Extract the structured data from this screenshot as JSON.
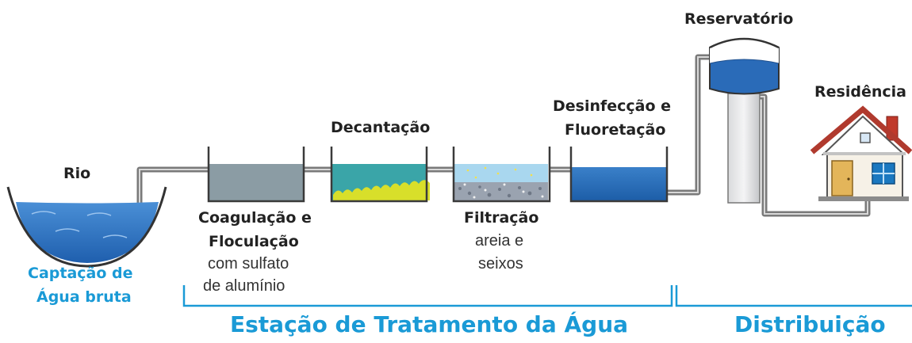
{
  "stages": {
    "rio": "Rio",
    "coagulacao": [
      "Coagulação e",
      "Floculação"
    ],
    "coagulacao_detail": [
      "com sulfato",
      "de alumínio"
    ],
    "decantacao": "Decantação",
    "filtracao": "Filtração",
    "filtracao_detail": [
      "areia e",
      "seixos"
    ],
    "desinfeccao": [
      "Desinfecção e",
      "Fluoretação"
    ],
    "reservatorio": "Reservatório",
    "residencia": "Residência",
    "captacao": [
      "Captação de",
      "Água bruta"
    ]
  },
  "sections": {
    "estacao": "Estação de Tratamento da Água",
    "distribuicao": "Distribuição"
  },
  "colors": {
    "accent": "#1a9ad6",
    "pipe": "#888888",
    "water": "#2c6db5",
    "text": "#222222"
  }
}
